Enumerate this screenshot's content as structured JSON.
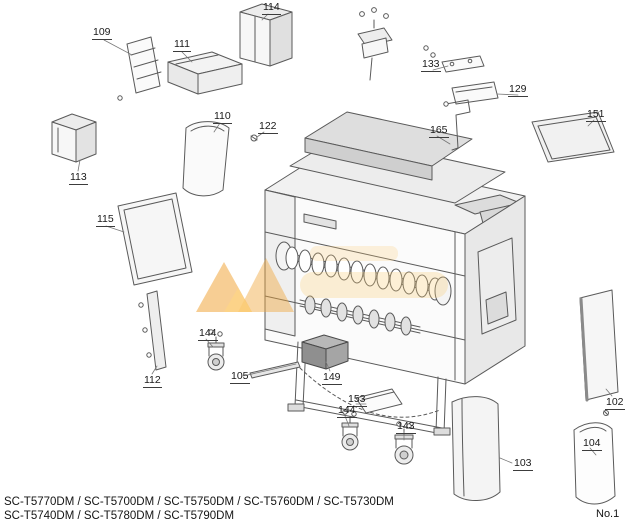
{
  "footer": {
    "models_line1": "SC-T5770DM / SC-T5700DM / SC-T5750DM / SC-T5760DM / SC-T5730DM",
    "models_line2": "SC-T5740DM / SC-T5780DM / SC-T5790DM",
    "page_number": "No.1"
  },
  "watermark": {
    "accent_color": "#F0A63C"
  },
  "parts": {
    "p109": {
      "label": "109"
    },
    "p111": {
      "label": "111"
    },
    "p114": {
      "label": "114"
    },
    "p113": {
      "label": "113"
    },
    "p110": {
      "label": "110"
    },
    "p122": {
      "label": "122"
    },
    "p115": {
      "label": "115"
    },
    "p112": {
      "label": "112"
    },
    "p133": {
      "label": "133"
    },
    "p129": {
      "label": "129"
    },
    "p151": {
      "label": "151"
    },
    "p165": {
      "label": "165"
    },
    "p144a": {
      "label": "144"
    },
    "p105": {
      "label": "105"
    },
    "p149": {
      "label": "149"
    },
    "p153": {
      "label": "153"
    },
    "p144b": {
      "label": "144"
    },
    "p143": {
      "label": "143"
    },
    "p103": {
      "label": "103"
    },
    "p102": {
      "label": "102"
    },
    "p104": {
      "label": "104"
    }
  }
}
